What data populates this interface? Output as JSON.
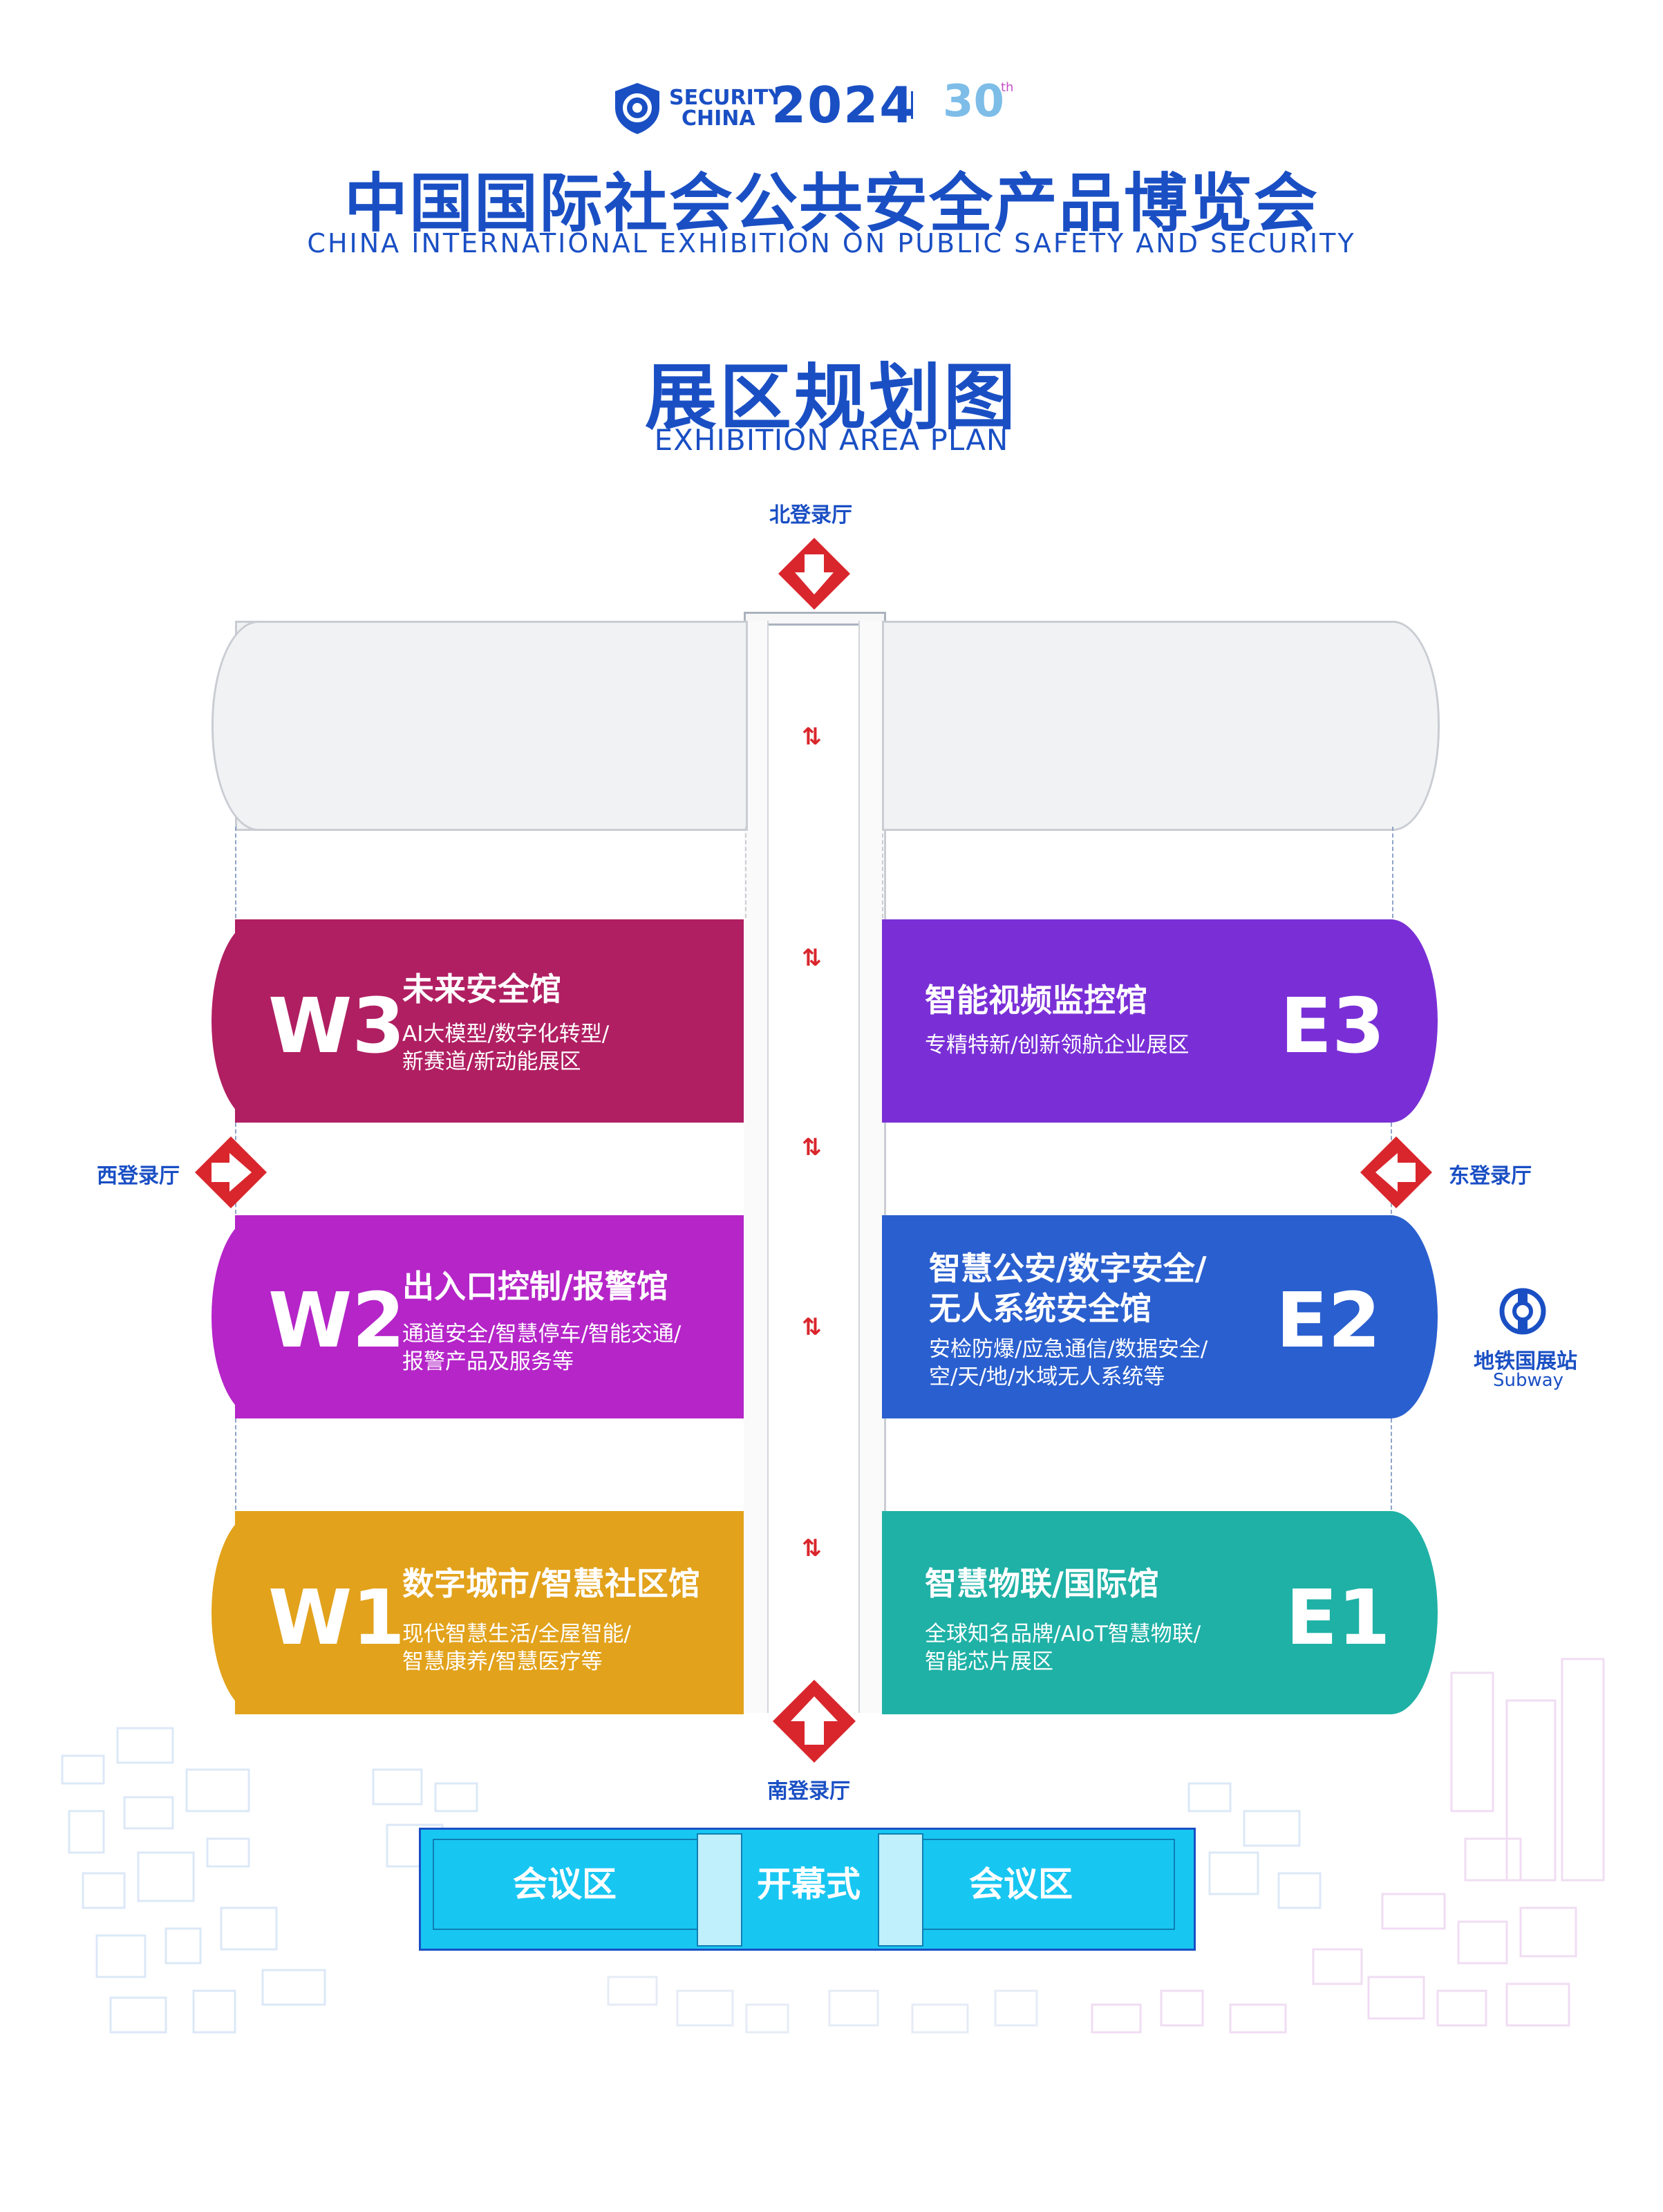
{
  "header": {
    "logo_security": "SECURITY",
    "logo_china": "CHINA",
    "logo_year": "2024",
    "logo_30": "30",
    "logo_30_sup": "th",
    "title_cn": "中国国际社会公共安全产品博览会",
    "title_en": "CHINA INTERNATIONAL EXHIBITION ON PUBLIC SAFETY AND SECURITY",
    "plan_title_cn": "展区规划图",
    "plan_title_en": "EXHIBITION AREA PLAN"
  },
  "entrances": {
    "north": "北登录厅",
    "south": "南登录厅",
    "west": "西登录厅",
    "east": "东登录厅"
  },
  "subway": {
    "name": "地铁国展站",
    "en": "Subway"
  },
  "halls": {
    "w3": {
      "code": "W3",
      "name": "未来安全馆",
      "desc_line1": "AI大模型/数字化转型/",
      "desc_line2": "新赛道/新动能展区",
      "color": "#b01f62"
    },
    "w2": {
      "code": "W2",
      "name": "出入口控制/报警馆",
      "desc_line1": "通道安全/智慧停车/智能交通/",
      "desc_line2": "报警产品及服务等",
      "color": "#b525c8"
    },
    "w1": {
      "code": "W1",
      "name": "数字城市/智慧社区馆",
      "desc_line1": "现代智慧生活/全屋智能/",
      "desc_line2": "智慧康养/智慧医疗等",
      "color": "#e2a21b"
    },
    "e3": {
      "code": "E3",
      "name": "智能视频监控馆",
      "desc_line1": "专精特新/创新领航企业展区",
      "color": "#7a2fd6"
    },
    "e2": {
      "code": "E2",
      "name_line1": "智慧公安/数字安全/",
      "name_line2": "无人系统安全馆",
      "desc_line1": "安检防爆/应急通信/数据安全/",
      "desc_line2": "空/天/地/水域无人系统等",
      "color": "#2a5fcf"
    },
    "e1": {
      "code": "E1",
      "name": "智慧物联/国际馆",
      "desc_line1": "全球知名品牌/AIoT智慧物联/",
      "desc_line2": "智能芯片展区",
      "color": "#1fb1a6"
    }
  },
  "conference": {
    "left": "会议区",
    "center": "开幕式",
    "right": "会议区",
    "color": "#18c6f2"
  },
  "colors": {
    "brand_blue": "#1a4fc4",
    "entrance_red": "#d9262c",
    "hall_gray": "#f1f2f3"
  }
}
